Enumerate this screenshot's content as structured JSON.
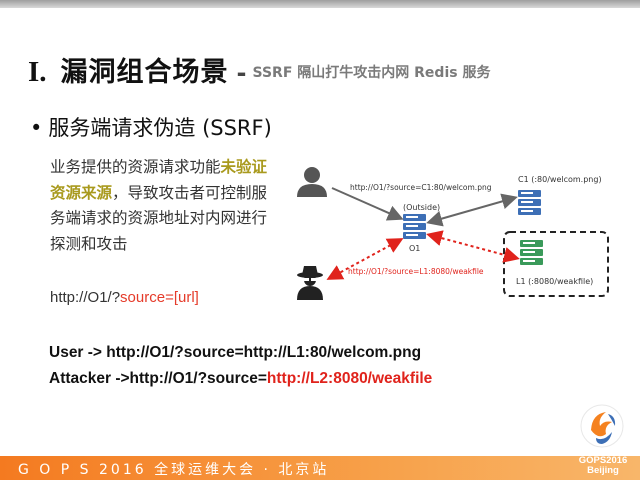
{
  "title": {
    "number": "I.",
    "main": "漏洞组合场景",
    "dash": "-",
    "subtitle": "SSRF 隔山打牛攻击内网 Redis 服务"
  },
  "bullet": {
    "symbol": "•",
    "text": "服务端请求伪造 (SSRF)"
  },
  "description": {
    "part1": "业务提供的资源请求功能",
    "highlight": "未验证资源来源",
    "part2": "，导致攻击者可控制服务端请求的资源地址对内网进行探测和攻击"
  },
  "url_template": {
    "prefix": "http://O1/?",
    "param": "source=[url]"
  },
  "examples": [
    {
      "text": "User -> http://O1/?source=http://L1:80/welcom.png"
    },
    {
      "prefix": "Attacker ->http://O1/?source=",
      "url": "http://L2:8080/weakfile"
    }
  ],
  "diagram": {
    "user_request": "http://O1/?source=C1:80/welcom.png",
    "attacker_request": "http://O1/?source=L1:8080/weakfile",
    "outside_label": "(Outside)",
    "o1_label": "O1",
    "c1_label": "C1 (:80/welcom.png)",
    "l1_label": "L1 (:8080/weakfile)"
  },
  "footer": {
    "conference": "G O P S 2016 全球运维大会 · 北京站",
    "logo_line1": "GOPS2016",
    "logo_line2": "Beijing"
  },
  "colors": {
    "server_blue": "#3d6fb6",
    "server_green": "#3a9a5a",
    "attack_red": "#e0231c",
    "highlight": "#a99a1e",
    "footer_orange": "#f47a20"
  }
}
